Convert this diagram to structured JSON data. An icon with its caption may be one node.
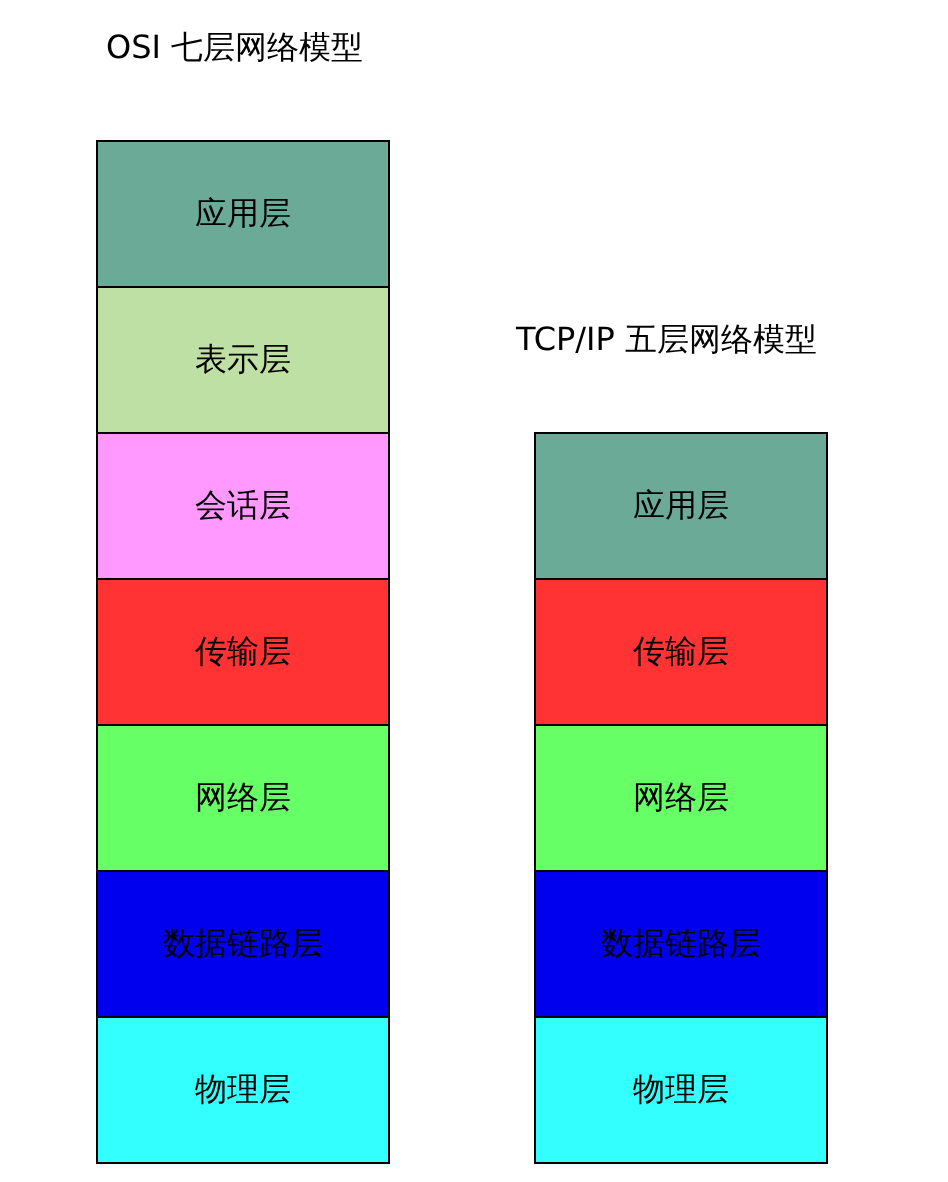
{
  "diagram": {
    "nodes": [
      {
        "text": [
          "应用层"
        ]
      },
      {
        "text": [
          "表示层"
        ]
      },
      {
        "text": [
          "会话层"
        ]
      },
      {
        "text": [
          "传输层"
        ]
      },
      {
        "text": [
          "网络层"
        ]
      },
      {
        "text": [
          "数据链路层"
        ]
      },
      {
        "text": [
          "物理层"
        ]
      },
      {
        "text": [
          "应用层"
        ]
      },
      {
        "text": [
          "传输层"
        ]
      },
      {
        "text": [
          "网络层"
        ]
      },
      {
        "text": [
          "数据链路层"
        ]
      },
      {
        "text": [
          "物理层"
        ]
      }
    ],
    "labels": [
      "OSI 七层网络模型",
      "TCP/IP 五层网络模型"
    ]
  }
}
